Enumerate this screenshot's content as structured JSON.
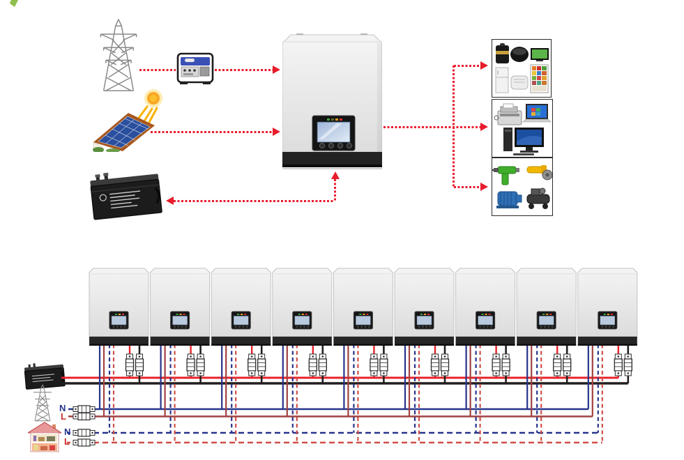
{
  "colors": {
    "arrow": "#e81c2c",
    "battery_positive": "#e8232a",
    "battery_negative": "#231f20",
    "grid_neutral": "#27348b",
    "grid_live": "#a04241",
    "home_neutral": "#27348b",
    "home_live": "#cf4f47",
    "inverter_body": "#ececec",
    "inverter_base": "#262626"
  },
  "top_flow": {
    "source_icons": [
      "utility-grid-tower",
      "diesel-generator",
      "sun",
      "solar-roof",
      "battery-bank"
    ],
    "center_icon": "hybrid-inverter",
    "load_icons": [
      "household-appliances",
      "office-equipment",
      "power-tools"
    ]
  },
  "parallel_system": {
    "inverter_count": 9,
    "battery_icon": "battery-bank",
    "grid_icon": "utility-grid-tower",
    "home_icon": "house",
    "grid_terminals": {
      "neutral": "N",
      "live": "L"
    },
    "home_terminals": {
      "neutral": "N",
      "live": "L"
    }
  }
}
